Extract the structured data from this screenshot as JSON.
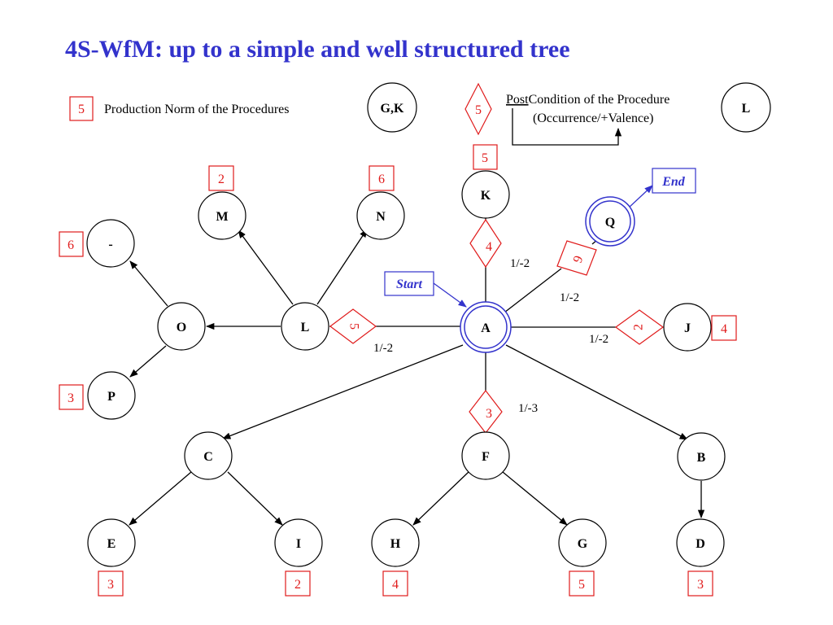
{
  "title": "4S-WfM: up to a simple and well structured tree",
  "legend": {
    "norm_value": "5",
    "norm_label": "Production Norm of the Procedures",
    "example_node_1": "G,K",
    "condition_value": "5",
    "condition_post": "Post",
    "condition_rest": "Condition of the Procedure",
    "condition_line2": "(Occurrence/+Valence)",
    "example_node_2": "L"
  },
  "flags": {
    "start": "Start",
    "end": "End"
  },
  "nodes": {
    "A": "A",
    "B": "B",
    "C": "C",
    "D": "D",
    "E": "E",
    "F": "F",
    "G": "G",
    "H": "H",
    "I": "I",
    "J": "J",
    "K": "K",
    "L": "L",
    "M": "M",
    "N": "N",
    "O": "O",
    "P": "P",
    "Q": "Q",
    "dash": "-"
  },
  "norms": {
    "K": "5",
    "M": "2",
    "N": "6",
    "dash": "6",
    "P": "3",
    "J": "4",
    "E": "3",
    "I": "2",
    "H": "4",
    "G": "5",
    "D": "3"
  },
  "conditions": {
    "K": "4",
    "Q": "6",
    "L": "5",
    "J": "2",
    "F": "3"
  },
  "edge_labels": {
    "A_Q_upper": "1/-2",
    "A_Q_lower": "1/-2",
    "A_J": "1/-2",
    "A_L": "1/-2",
    "A_F": "1/-3"
  }
}
